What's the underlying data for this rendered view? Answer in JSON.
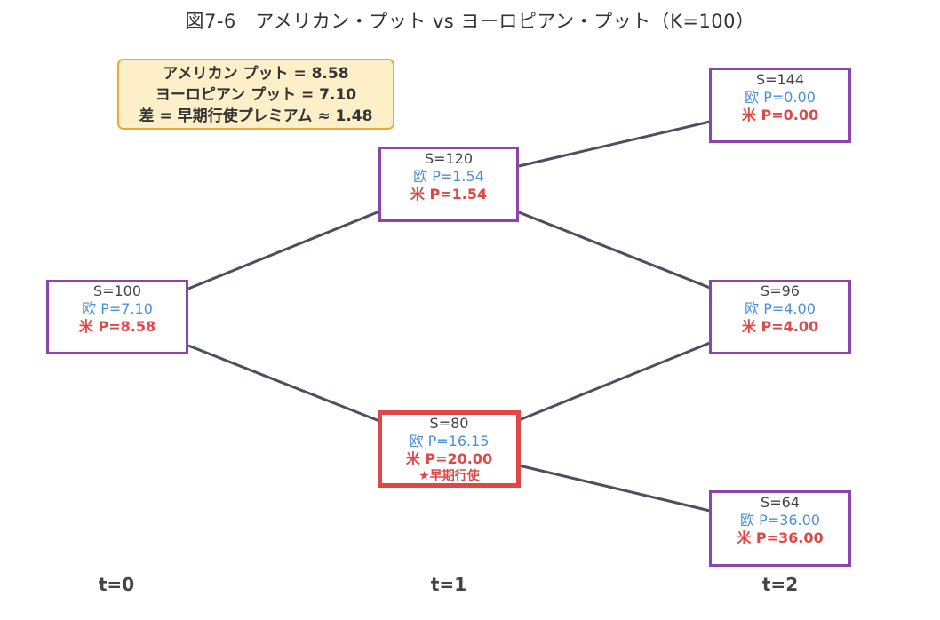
{
  "title": "図7-6　アメリカン・プット vs ヨーロピアン・プット（K=100）",
  "summary": {
    "line1": "アメリカン プット = 8.58",
    "line2": "ヨーロピアン プット = 7.10",
    "line3": "差 = 早期行使プレミアム ≈ 1.48"
  },
  "nodes": {
    "n0": {
      "s": "S=100",
      "eu": "欧 P=7.10",
      "am": "米 P=8.58"
    },
    "n1u": {
      "s": "S=120",
      "eu": "欧 P=1.54",
      "am": "米 P=1.54"
    },
    "n1d": {
      "s": "S=80",
      "eu": "欧 P=16.15",
      "am": "米 P=20.00",
      "note": "★早期行使"
    },
    "n2uu": {
      "s": "S=144",
      "eu": "欧 P=0.00",
      "am": "米 P=0.00"
    },
    "n2ud": {
      "s": "S=96",
      "eu": "欧 P=4.00",
      "am": "米 P=4.00"
    },
    "n2dd": {
      "s": "S=64",
      "eu": "欧 P=36.00",
      "am": "米 P=36.00"
    }
  },
  "time_labels": [
    "t=0",
    "t=1",
    "t=2"
  ],
  "colors": {
    "edge": "#4a5060",
    "node_border": "#8e44ad",
    "exercise_border": "#e04848",
    "european": "#4a90d9",
    "american": "#e04848",
    "summary_bg": "#fdf0c8",
    "summary_border": "#f0a73a"
  }
}
